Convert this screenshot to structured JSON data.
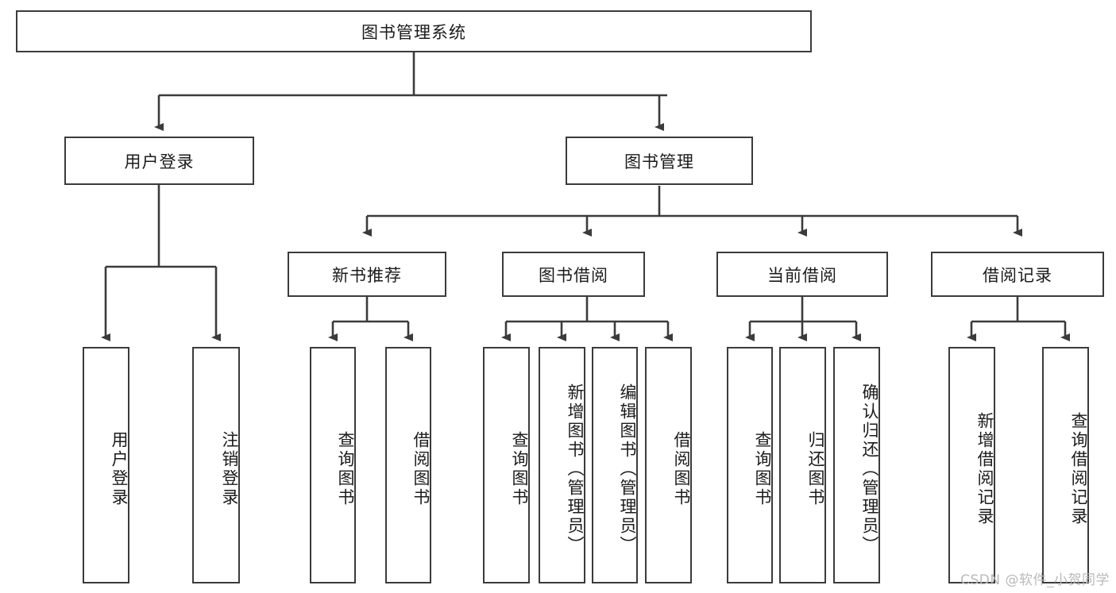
{
  "diagram": {
    "title": "图书管理系统",
    "type": "tree-hierarchy",
    "root": {
      "id": "root",
      "label": "图书管理系统"
    },
    "level2": [
      {
        "id": "user-login",
        "label": "用户登录"
      },
      {
        "id": "book-manage",
        "label": "图书管理"
      }
    ],
    "level3": [
      {
        "id": "new-book-rec",
        "label": "新书推荐",
        "parent": "book-manage"
      },
      {
        "id": "book-borrow",
        "label": "图书借阅",
        "parent": "book-manage"
      },
      {
        "id": "current-borrow",
        "label": "当前借阅",
        "parent": "book-manage"
      },
      {
        "id": "borrow-record",
        "label": "借阅记录",
        "parent": "book-manage"
      }
    ],
    "leaves": [
      {
        "id": "leaf-user-login",
        "label": "用户登录",
        "parent": "user-login"
      },
      {
        "id": "leaf-logout",
        "label": "注销登录",
        "parent": "user-login"
      },
      {
        "id": "leaf-query-book-1",
        "label": "查询图书",
        "parent": "new-book-rec"
      },
      {
        "id": "leaf-borrow-book-1",
        "label": "借阅图书",
        "parent": "new-book-rec"
      },
      {
        "id": "leaf-query-book-2",
        "label": "查询图书",
        "parent": "book-borrow"
      },
      {
        "id": "leaf-add-book",
        "label": "新增图书（管理员）",
        "parent": "book-borrow"
      },
      {
        "id": "leaf-edit-book",
        "label": "编辑图书（管理员）",
        "parent": "book-borrow"
      },
      {
        "id": "leaf-borrow-book-2",
        "label": "借阅图书",
        "parent": "book-borrow"
      },
      {
        "id": "leaf-query-book-3",
        "label": "查询图书",
        "parent": "current-borrow"
      },
      {
        "id": "leaf-return-book",
        "label": "归还图书",
        "parent": "current-borrow"
      },
      {
        "id": "leaf-confirm-return",
        "label": "确认归还（管理员）",
        "parent": "current-borrow"
      },
      {
        "id": "leaf-add-record",
        "label": "新增借阅记录",
        "parent": "borrow-record"
      },
      {
        "id": "leaf-query-record",
        "label": "查询借阅记录",
        "parent": "borrow-record"
      }
    ],
    "watermark": "CSDN @软件_小贺同学",
    "colors": {
      "stroke": "#3b3b3b",
      "background": "#ffffff",
      "text": "#1b1b1b",
      "watermark": "#b9b9b9"
    }
  }
}
